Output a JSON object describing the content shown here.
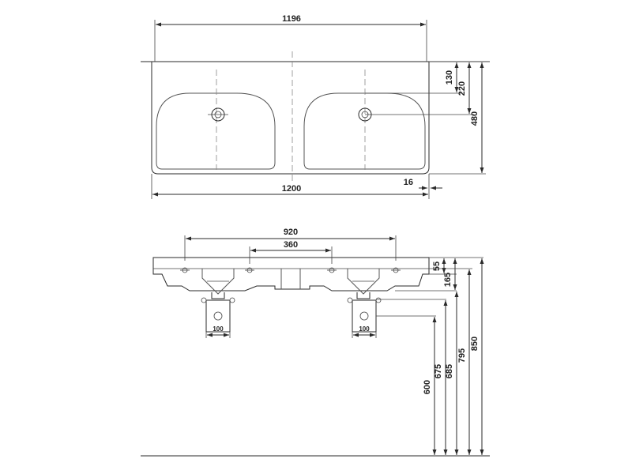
{
  "top_view": {
    "dim_overall_top": "1196",
    "dim_overall_bottom": "1200",
    "dim_edge": "16",
    "dim_130": "130",
    "dim_220": "220",
    "dim_480": "480"
  },
  "front_view": {
    "dim_920": "920",
    "dim_360": "360",
    "dim_100_left": "100",
    "dim_100_right": "100",
    "dim_55": "55",
    "dim_165": "165",
    "dim_600": "600",
    "dim_675": "675",
    "dim_685": "685",
    "dim_795": "795",
    "dim_850": "850"
  },
  "colors": {
    "line": "#2a2a2a",
    "dash": "#888888"
  }
}
